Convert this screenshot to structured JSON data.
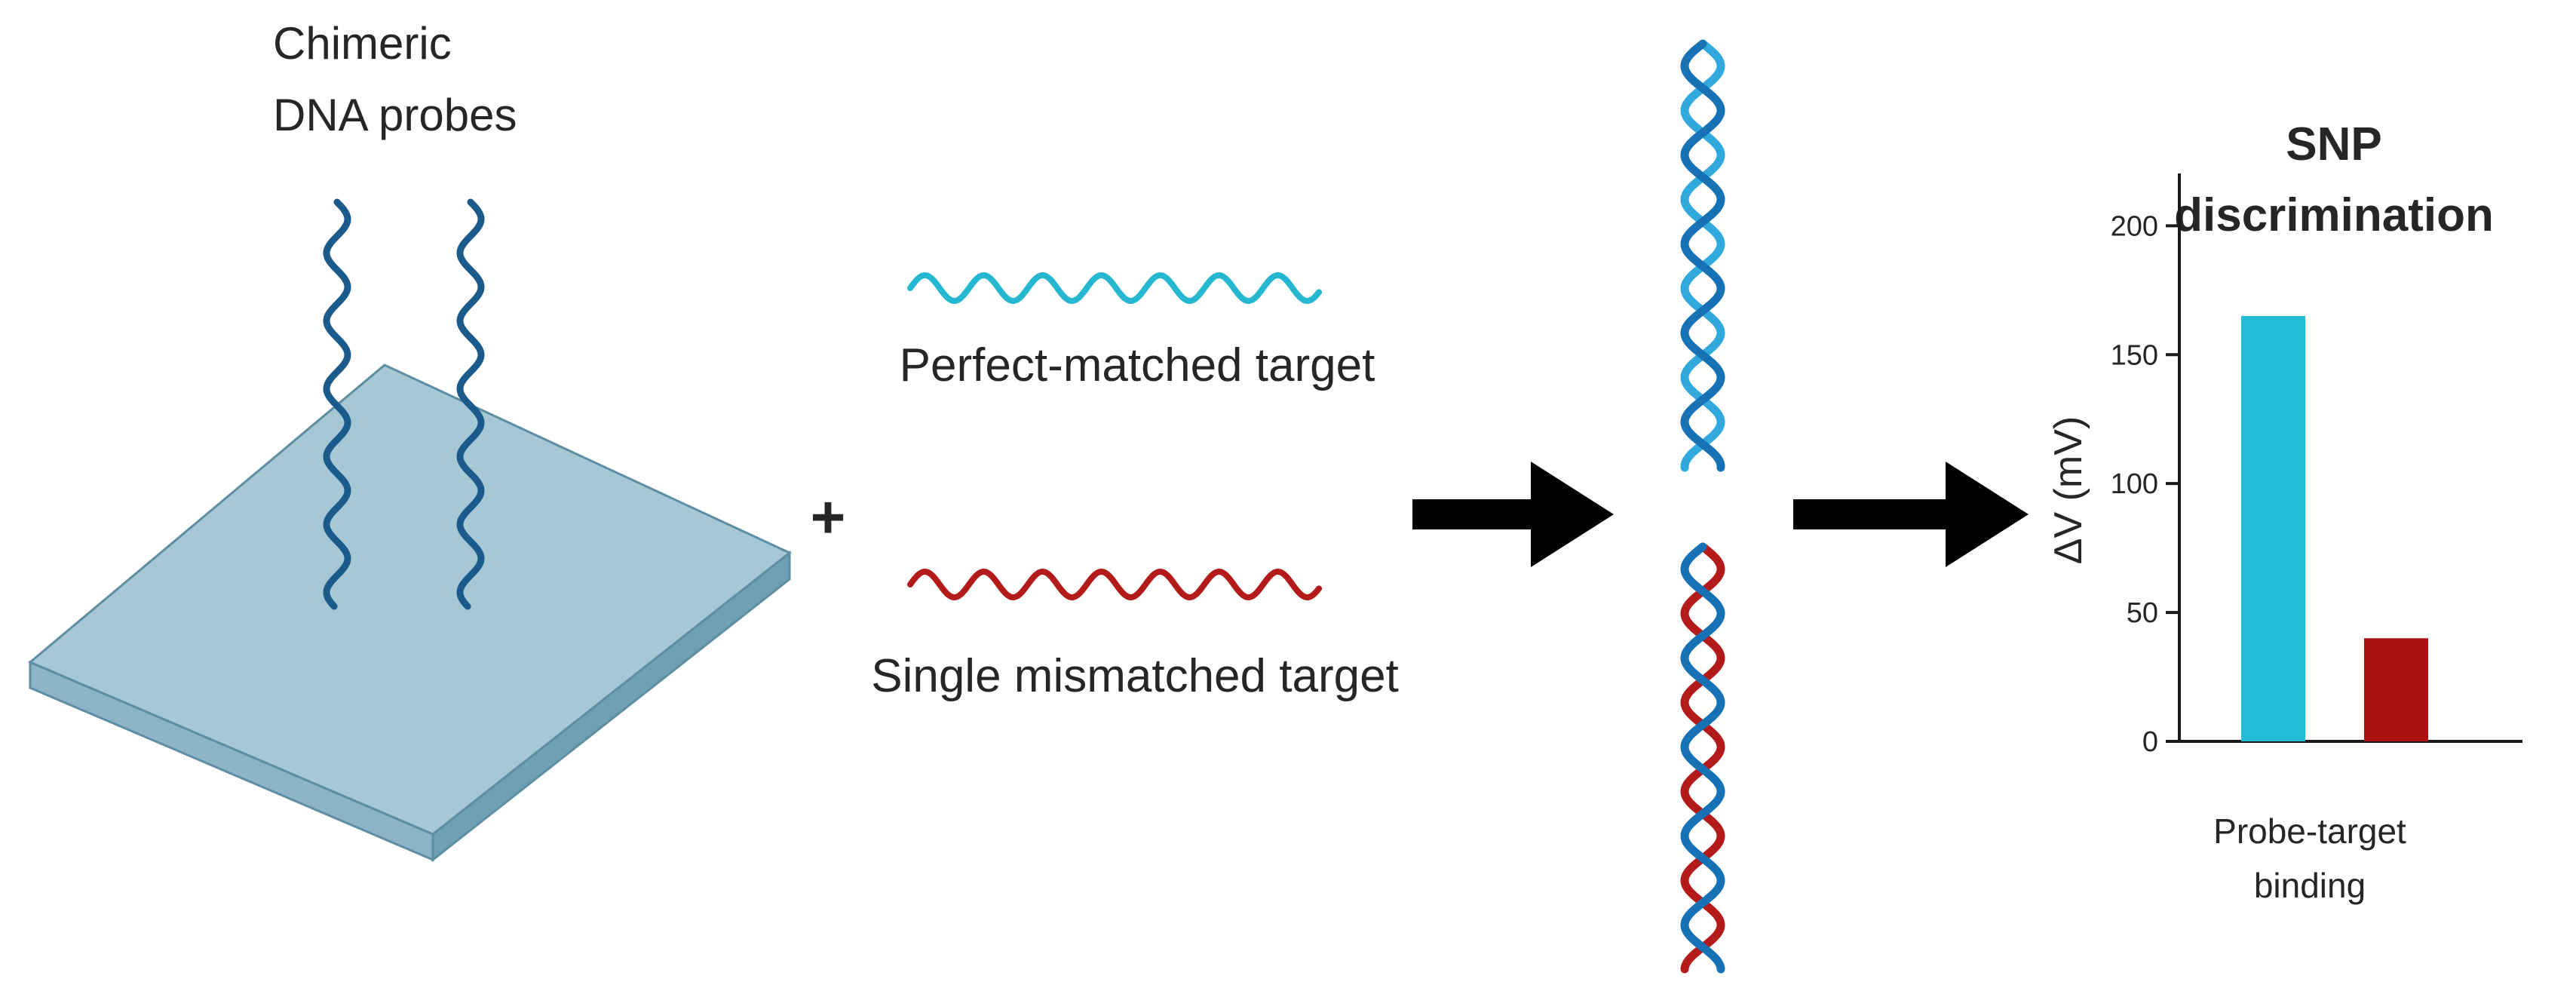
{
  "diagram": {
    "probes_label_line1": "Chimeric",
    "probes_label_line2": "DNA probes",
    "perfect_target_label": "Perfect-matched target",
    "mismatch_target_label": "Single mismatched target",
    "plus_sign": "+",
    "colors": {
      "probe_strand": "#1a5b8c",
      "perfect_strand": "#26b8d0",
      "mismatch_strand": "#b31b1b",
      "substrate_top": "#a5c7d6",
      "substrate_side": "#7fa9bb",
      "substrate_edge": "#5d8ea3",
      "arrow": "#000000",
      "helix_light": "#32a9dd",
      "helix_dark": "#1672b5"
    },
    "icons": [
      "plus-icon",
      "right-arrow-icon",
      "dna-helix-icon"
    ]
  },
  "chart_data": {
    "type": "bar",
    "title_line1": "SNP",
    "title_line2": "discrimination",
    "ylabel": "ΔV (mV)",
    "xlabel_line1": "Probe-target",
    "xlabel_line2": "binding",
    "ylim": [
      0,
      220
    ],
    "yticks": [
      0,
      50,
      100,
      150,
      200
    ],
    "values": [
      165,
      40
    ],
    "bar_colors": [
      "#22bcd6",
      "#ad1212"
    ],
    "grid": false,
    "legend": "none"
  }
}
